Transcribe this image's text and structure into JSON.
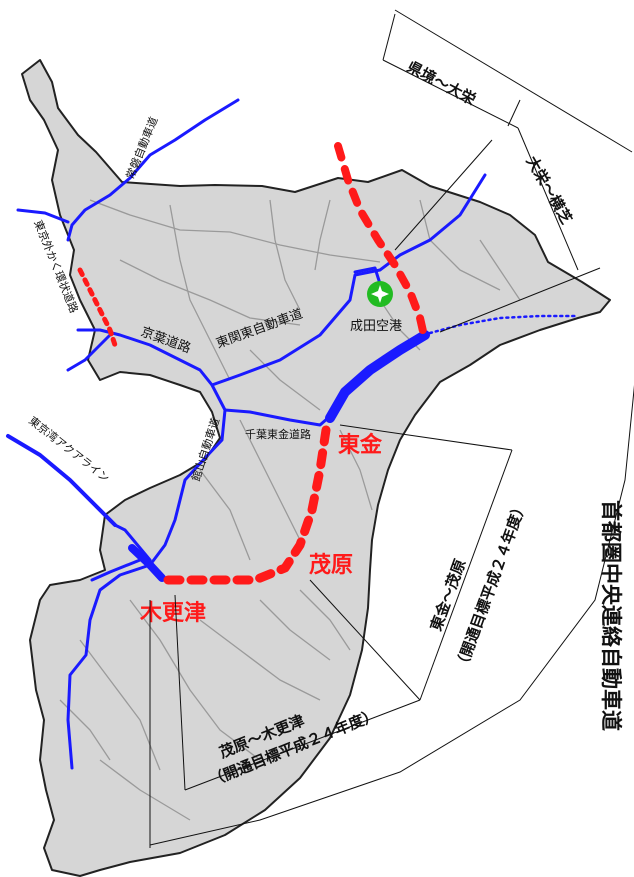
{
  "colors": {
    "land": "#d6d6d6",
    "coast": "#222222",
    "minor_roads": "#9a9a9a",
    "expressway": "#1a1aff",
    "planned": "#ff1a1a",
    "airport": "#22bb22",
    "text": "#111111"
  },
  "roads": {
    "joban": "常磐自動車道",
    "gaikan": "東京外かく環状道路",
    "keiyo": "京葉道路",
    "higashi_kanto": "東関東自動車道",
    "chiba_togane": "千葉東金道路",
    "aqualine": "東京湾アクアライン",
    "tateyama": "館山自動車道"
  },
  "places": {
    "narita": "成田空港",
    "togane": "東金",
    "mobara": "茂原",
    "kisarazu": "木更津"
  },
  "sections": {
    "kenzakai_oosakae": "県境～大栄",
    "oosakae_yokoshiba": "大栄～横芝",
    "togane_mobara": "東金～茂原",
    "togane_mobara_target": "（開通目標平成２４年度）",
    "mobara_kisarazu": "茂原～木更津",
    "mobara_kisarazu_target": "（開通目標平成２４年度）"
  },
  "main_title": "首都圏中央連絡自動車道",
  "icons": {
    "airport": "airplane-icon"
  }
}
